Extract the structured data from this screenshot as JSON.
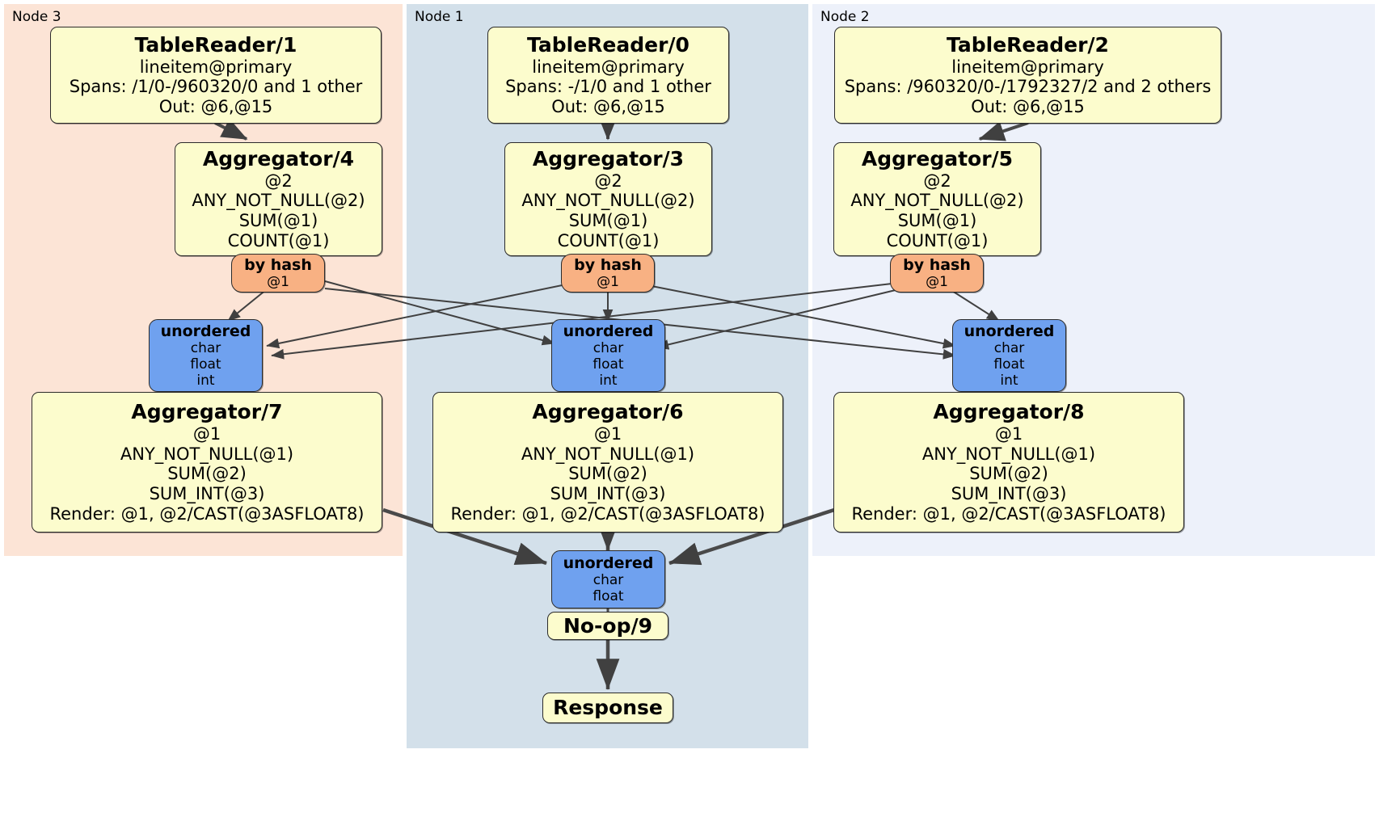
{
  "diagram": {
    "type": "distsql-query-plan",
    "title": "Distributed SQL execution plan",
    "colors": {
      "processor_fill": "#fcfccd",
      "router_fill": "#f8b183",
      "sync_fill": "#6fa1ef",
      "node3_panel": "#fce4d6",
      "node1_panel": "#d3e0ea",
      "node2_panel": "#edf1fa",
      "edge_stroke": "#404040",
      "border": "#2b2b2b"
    }
  },
  "panels": [
    {
      "id": "node3",
      "label": "Node 3"
    },
    {
      "id": "node1",
      "label": "Node 1"
    },
    {
      "id": "node2",
      "label": "Node 2"
    }
  ],
  "table_readers": [
    {
      "id": "tr1",
      "title": "TableReader/1",
      "table": "lineitem@primary",
      "spans": "Spans: /1/0-/960320/0 and 1 other",
      "out": "Out: @6,@15"
    },
    {
      "id": "tr0",
      "title": "TableReader/0",
      "table": "lineitem@primary",
      "spans": "Spans: -/1/0 and 1 other",
      "out": "Out: @6,@15"
    },
    {
      "id": "tr2",
      "title": "TableReader/2",
      "table": "lineitem@primary",
      "spans": "Spans: /960320/0-/1792327/2 and 2 others",
      "out": "Out: @6,@15"
    }
  ],
  "stage1_aggregators": [
    {
      "id": "agg4",
      "title": "Aggregator/4",
      "group": "@2",
      "aggs": [
        "ANY_NOT_NULL(@2)",
        "SUM(@1)",
        "COUNT(@1)"
      ]
    },
    {
      "id": "agg3",
      "title": "Aggregator/3",
      "group": "@2",
      "aggs": [
        "ANY_NOT_NULL(@2)",
        "SUM(@1)",
        "COUNT(@1)"
      ]
    },
    {
      "id": "agg5",
      "title": "Aggregator/5",
      "group": "@2",
      "aggs": [
        "ANY_NOT_NULL(@2)",
        "SUM(@1)",
        "COUNT(@1)"
      ]
    }
  ],
  "routers": [
    {
      "id": "hash-left",
      "title": "by hash",
      "detail": "@1"
    },
    {
      "id": "hash-center",
      "title": "by hash",
      "detail": "@1"
    },
    {
      "id": "hash-right",
      "title": "by hash",
      "detail": "@1"
    }
  ],
  "synchronizers": [
    {
      "id": "sync-left",
      "title": "unordered",
      "types": [
        "char",
        "float",
        "int"
      ]
    },
    {
      "id": "sync-center",
      "title": "unordered",
      "types": [
        "char",
        "float",
        "int"
      ]
    },
    {
      "id": "sync-right",
      "title": "unordered",
      "types": [
        "char",
        "float",
        "int"
      ]
    },
    {
      "id": "sync-final",
      "title": "unordered",
      "types": [
        "char",
        "float"
      ]
    }
  ],
  "stage2_aggregators": [
    {
      "id": "agg7",
      "title": "Aggregator/7",
      "group": "@1",
      "aggs": [
        "ANY_NOT_NULL(@1)",
        "SUM(@2)",
        "SUM_INT(@3)"
      ],
      "render": "Render: @1, @2/CAST(@3ASFLOAT8)"
    },
    {
      "id": "agg6",
      "title": "Aggregator/6",
      "group": "@1",
      "aggs": [
        "ANY_NOT_NULL(@1)",
        "SUM(@2)",
        "SUM_INT(@3)"
      ],
      "render": "Render: @1, @2/CAST(@3ASFLOAT8)"
    },
    {
      "id": "agg8",
      "title": "Aggregator/8",
      "group": "@1",
      "aggs": [
        "ANY_NOT_NULL(@1)",
        "SUM(@2)",
        "SUM_INT(@3)"
      ],
      "render": "Render: @1, @2/CAST(@3ASFLOAT8)"
    }
  ],
  "terminal": {
    "noop": "No-op/9",
    "response": "Response"
  }
}
